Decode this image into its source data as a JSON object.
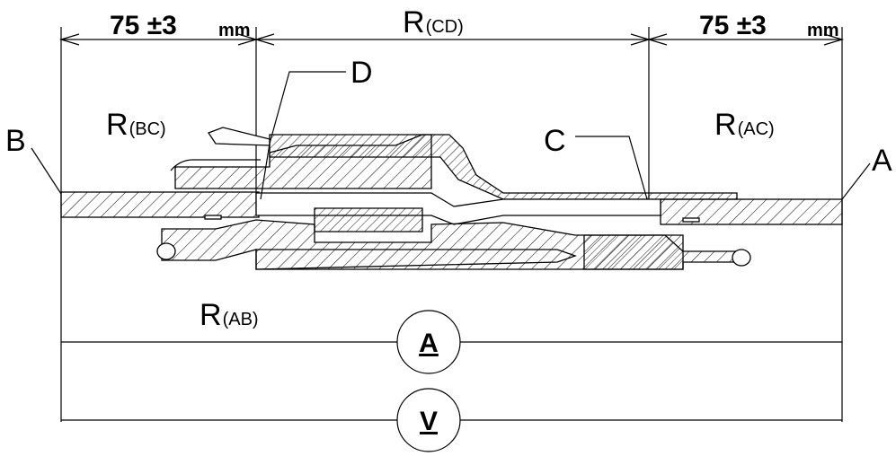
{
  "dimensions": {
    "left": {
      "value": "75 ±3",
      "unit": "mm"
    },
    "middle": {
      "main": "R",
      "sub": "(CD)"
    },
    "right": {
      "value": "75 ±3",
      "unit": "mm"
    }
  },
  "resistances": {
    "bc": {
      "main": "R",
      "sub": "(BC)"
    },
    "ac": {
      "main": "R",
      "sub": "(AC)"
    },
    "ab": {
      "main": "R",
      "sub": "(AB)"
    }
  },
  "points": {
    "a": "A",
    "b": "B",
    "c": "C",
    "d": "D"
  },
  "meters": {
    "ammeter": "A",
    "voltmeter": "V"
  }
}
